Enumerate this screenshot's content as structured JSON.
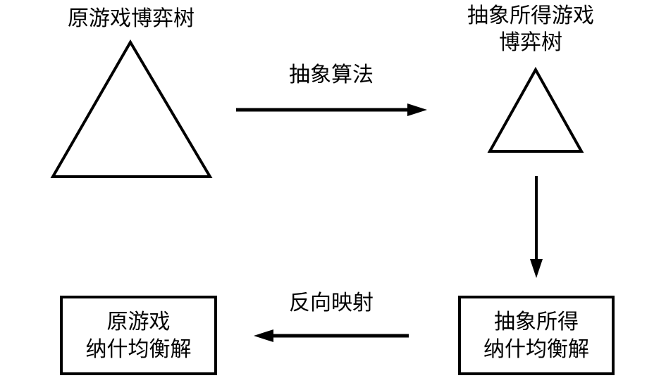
{
  "diagram": {
    "title_texts": {
      "original_game_tree": "原游戏博弈树",
      "abstract_game_tree_line1": "抽象所得游戏",
      "abstract_game_tree_line2": "博弈树"
    },
    "edge_labels": {
      "abstraction_algorithm": "抽象算法",
      "reverse_mapping": "反向映射"
    },
    "boxes": {
      "original_solution_line1": "原游戏",
      "original_solution_line2": "纳什均衡解",
      "abstract_solution_line1": "抽象所得",
      "abstract_solution_line2": "纳什均衡解"
    },
    "shapes": {
      "large_triangle_name": "original-game-tree-triangle",
      "small_triangle_name": "abstract-game-tree-triangle"
    },
    "colors": {
      "stroke": "#000000",
      "background": "#ffffff",
      "text": "#000000"
    }
  }
}
